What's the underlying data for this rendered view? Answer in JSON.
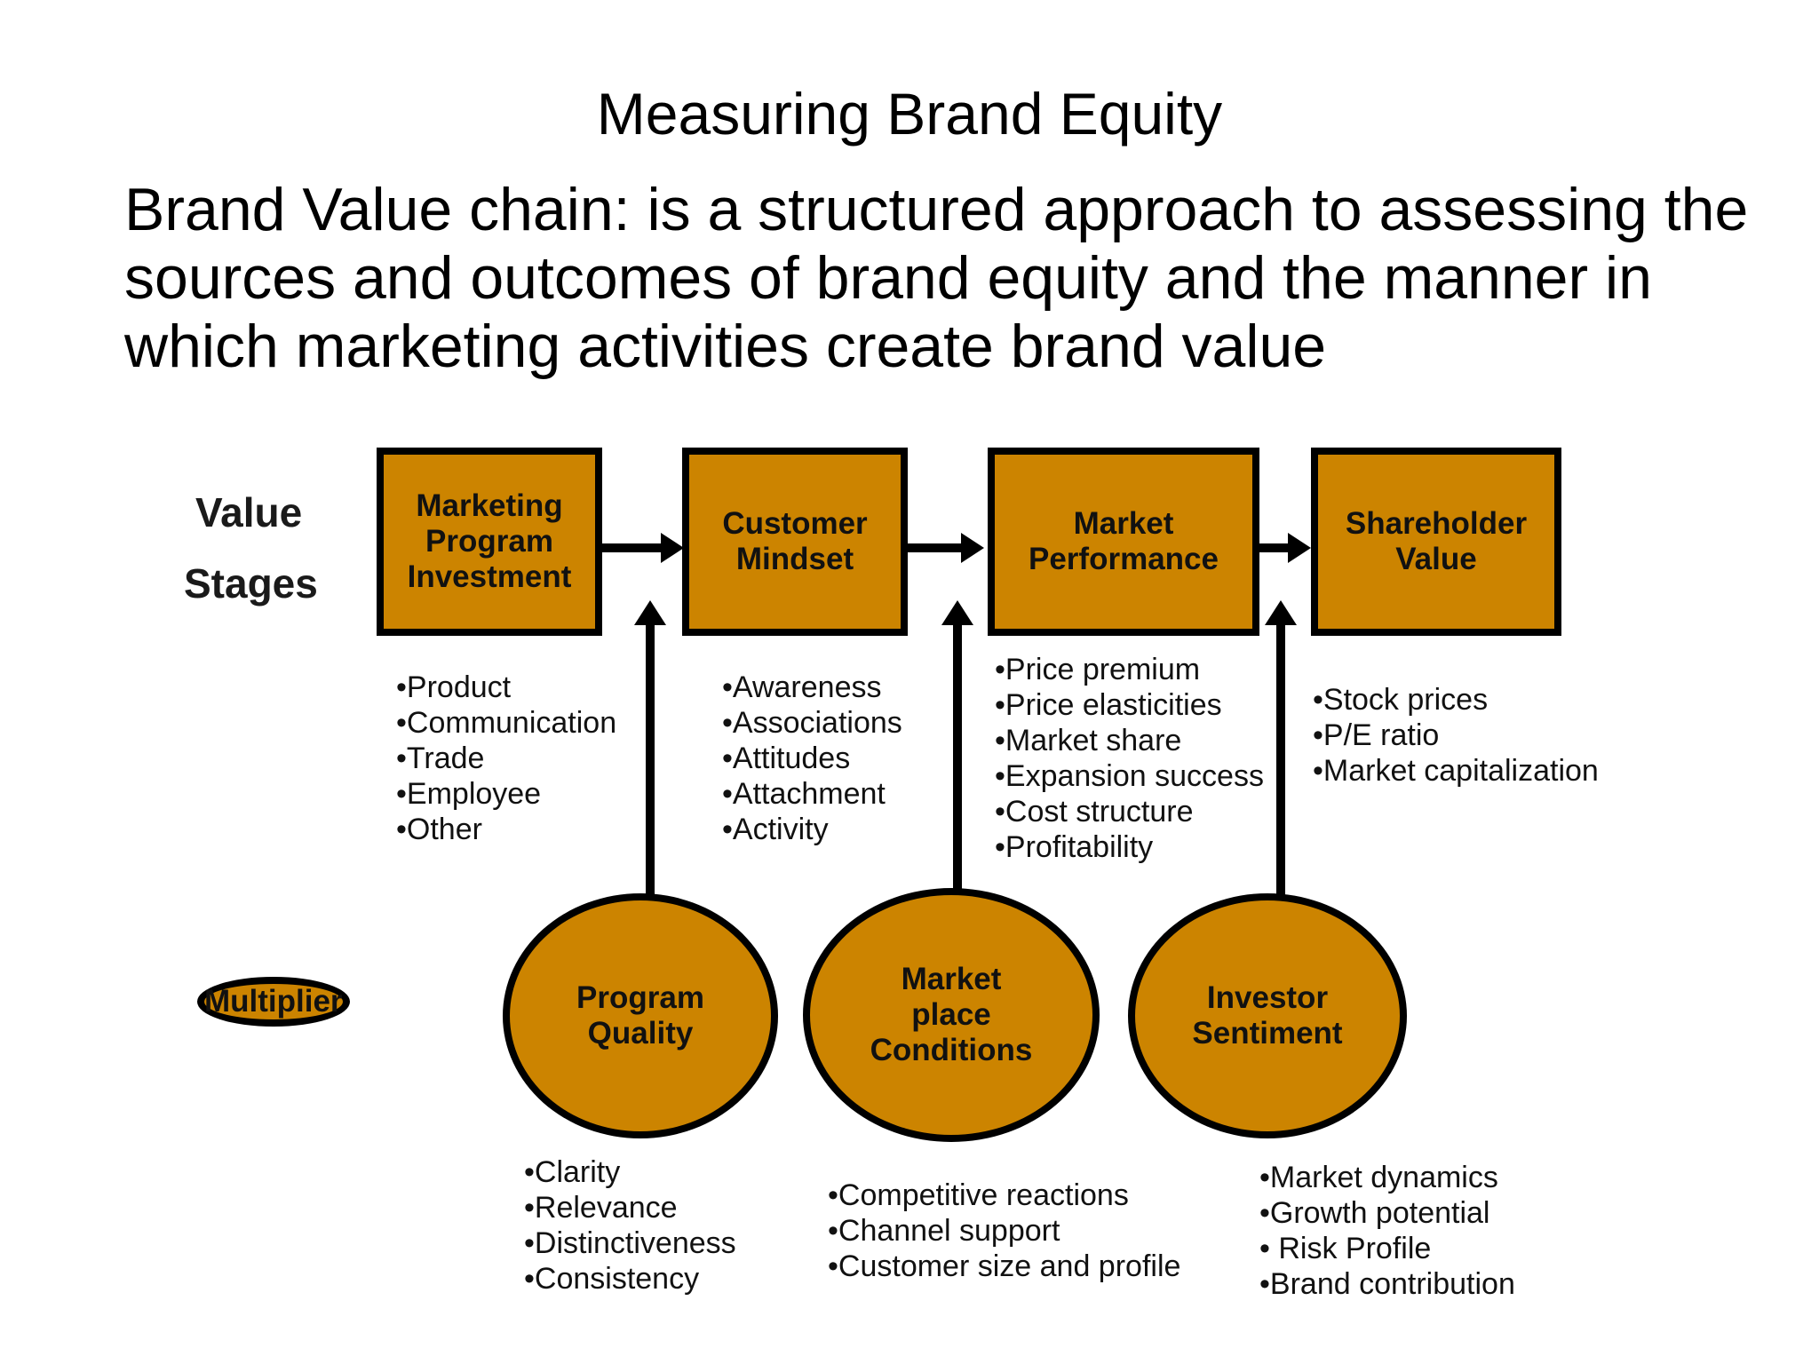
{
  "title": "Measuring Brand Equity",
  "definition": "Brand Value chain: is a structured approach to assessing the sources and outcomes of brand equity and the manner in which marketing activities create brand value",
  "labels": {
    "value": "Value",
    "stages": "Stages",
    "multiplier": "Multiplier"
  },
  "stages": [
    {
      "label": "Marketing\nProgram\nInvestment",
      "items": [
        "•Product",
        "•Communication",
        "•Trade",
        "•Employee",
        "•Other"
      ]
    },
    {
      "label": "Customer\nMindset",
      "items": [
        "•Awareness",
        "•Associations",
        "•Attitudes",
        "•Attachment",
        "•Activity"
      ]
    },
    {
      "label": "Market\nPerformance",
      "items": [
        "•Price premium",
        "•Price elasticities",
        "•Market share",
        "•Expansion success",
        "•Cost structure",
        "•Profitability"
      ]
    },
    {
      "label": "Shareholder\nValue",
      "items": [
        "•Stock prices",
        "•P/E ratio",
        "•Market capitalization"
      ]
    }
  ],
  "multipliers": [
    {
      "label": "Program\nQuality",
      "items": [
        "•Clarity",
        "•Relevance",
        "•Distinctiveness",
        "•Consistency"
      ]
    },
    {
      "label": "Market\nplace\nConditions",
      "items": [
        "•Competitive reactions",
        "•Channel support",
        "•Customer size and profile"
      ]
    },
    {
      "label": "Investor\nSentiment",
      "items": [
        "•Market dynamics",
        "•Growth potential",
        "• Risk Profile",
        "•Brand contribution"
      ]
    }
  ],
  "colors": {
    "box_fill": "#cc8400",
    "outline": "#000000"
  }
}
